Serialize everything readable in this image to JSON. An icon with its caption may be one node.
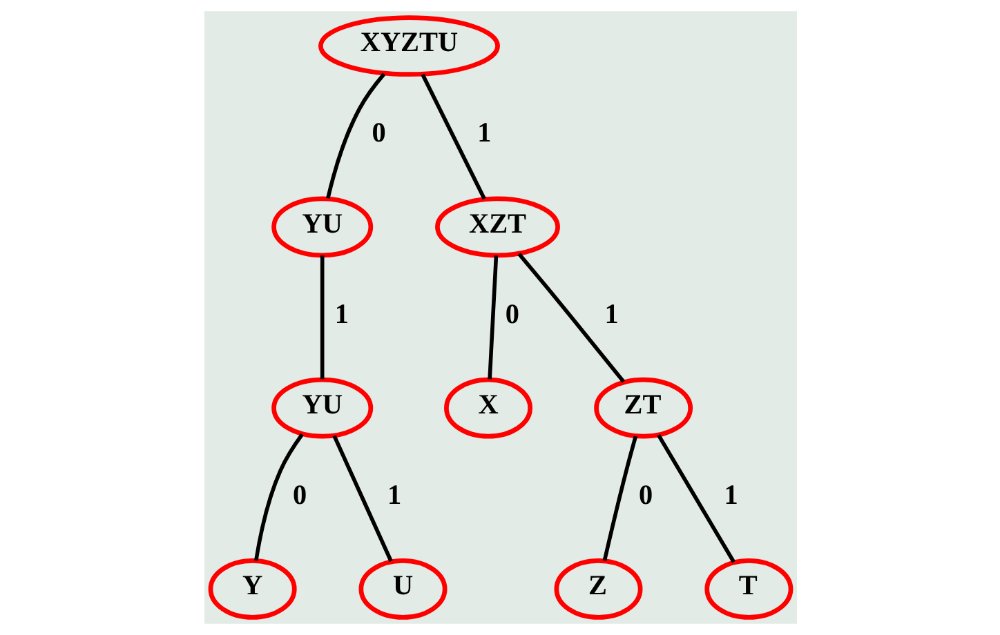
{
  "diagram": {
    "nodes": [
      {
        "text": [
          "XYZTU"
        ]
      },
      {
        "text": [
          "YU"
        ]
      },
      {
        "text": [
          "XZT"
        ]
      },
      {
        "text": [
          "YU"
        ]
      },
      {
        "text": [
          "X"
        ]
      },
      {
        "text": [
          "ZT"
        ]
      },
      {
        "text": [
          "Y"
        ]
      },
      {
        "text": [
          "U"
        ]
      },
      {
        "text": [
          "Z"
        ]
      },
      {
        "text": [
          "T"
        ]
      }
    ],
    "edges": [
      {
        "from": 0,
        "to": 1,
        "arrow": "none",
        "label": "0"
      },
      {
        "from": 0,
        "to": 2,
        "arrow": "none",
        "label": "1"
      },
      {
        "from": 1,
        "to": 3,
        "arrow": "none",
        "label": "1"
      },
      {
        "from": 2,
        "to": 4,
        "arrow": "none",
        "label": "0"
      },
      {
        "from": 2,
        "to": 5,
        "arrow": "none",
        "label": "1"
      },
      {
        "from": 3,
        "to": 6,
        "arrow": "none",
        "label": "0"
      },
      {
        "from": 3,
        "to": 7,
        "arrow": "none",
        "label": "1"
      },
      {
        "from": 5,
        "to": 8,
        "arrow": "none",
        "label": "0"
      },
      {
        "from": 5,
        "to": 9,
        "arrow": "none",
        "label": "1"
      }
    ]
  }
}
